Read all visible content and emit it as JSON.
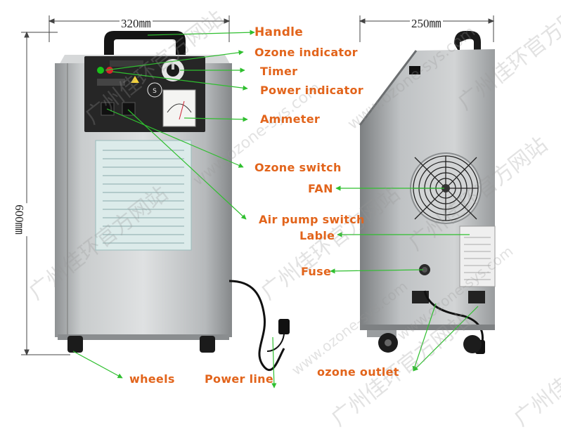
{
  "dimensions": {
    "width": "320㎜",
    "depth": "250㎜",
    "height": "600㎜"
  },
  "callouts": {
    "handle": "Handle",
    "ozone_indicator": "Ozone indicator",
    "timer": "Timer",
    "power_indicator": "Power indicator",
    "ammeter": "Ammeter",
    "ozone_switch": "Ozone switch",
    "fan": "FAN",
    "air_pump_switch": "Air pump switch",
    "lable": "Lable",
    "fuse": "Fuse",
    "wheels": "wheels",
    "power_line": "Power line",
    "ozone_outlet": "ozone outlet"
  },
  "watermarks": {
    "text_a": "www.ozone-sys.com",
    "text_b": "广州佳环官方网站"
  },
  "colors": {
    "label": "#e2641b",
    "arrow": "#2fbf2f",
    "steel": "#b9bcbe",
    "panel": "#2a2a2a"
  }
}
